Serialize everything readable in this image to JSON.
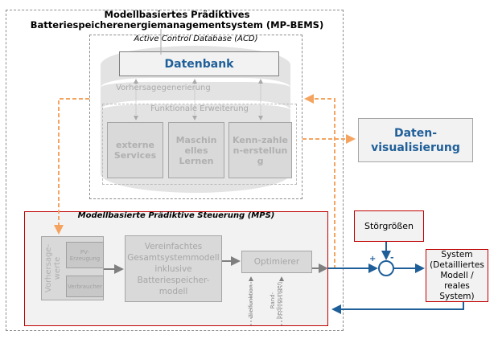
{
  "title": {
    "line1": "Modellbasiertes Prädiktives",
    "line2": "Batteriespeicherenergiemanagementsystem (MP-BEMS)"
  },
  "acd": {
    "label": "Active Control Database (ACD)",
    "database": "Datenbank",
    "forecast_generation": "Vorhersagegenerierung",
    "functional_extension": "Funktionale Erweiterung",
    "modules": [
      {
        "label": "externe Services"
      },
      {
        "label": "Maschin elles Lernen"
      },
      {
        "label": "Kenn-zahlen-erstellung"
      }
    ]
  },
  "visualization": {
    "label": "Daten-visualisierung"
  },
  "mps": {
    "label": "Modellbasierte Prädiktive Steuerung (MPS)",
    "forecast_values": "Vorhersage-werte",
    "pv": "PV-Erzeugung",
    "consumer": "Verbraucher",
    "model": "Vereinfachtes Gesamtsystemmodell inklusive Batteriespeicher-modell",
    "optimizer": "Optimierer",
    "objective": "Zielfunktion",
    "constraints": "Rand-bedingungen"
  },
  "control": {
    "disturbance": "Störgrößen",
    "plus": "+",
    "minus": "-",
    "system": "System (Detailliertes Modell / reales System)"
  },
  "colors": {
    "accent_blue": "#1f5f99",
    "orange": "#f4a460",
    "red": "#c00000",
    "gray": "#a6a6a6"
  }
}
